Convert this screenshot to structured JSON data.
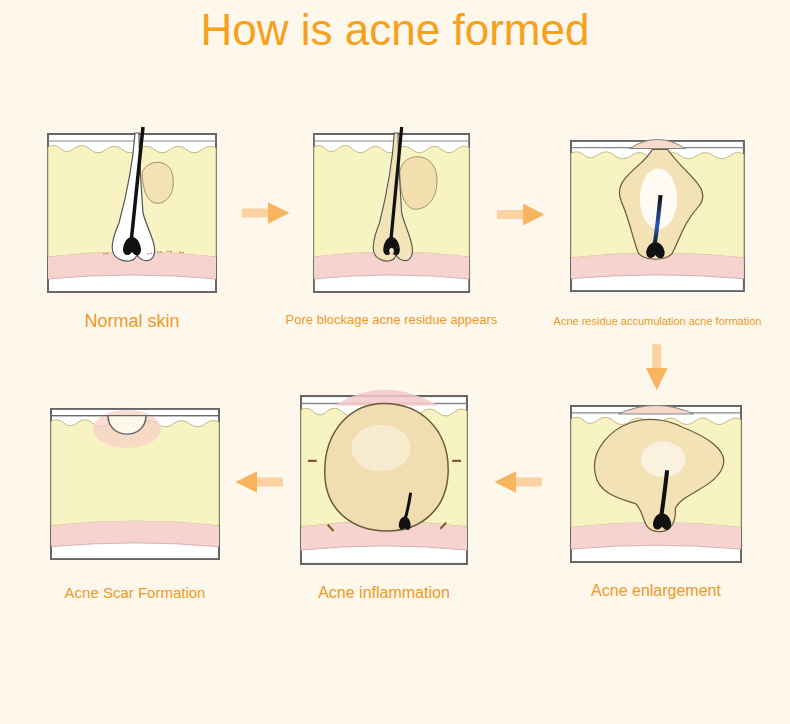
{
  "diagram": {
    "title": "How is acne formed",
    "nodes": [
      {
        "text": [
          "Normal skin"
        ]
      },
      {
        "text": [
          "Pore blockage acne residue appears"
        ]
      },
      {
        "text": [
          "Acne residue accumulation acne formation"
        ]
      },
      {
        "text": [
          "Acne enlargement"
        ]
      },
      {
        "text": [
          "Acne inflammation"
        ]
      },
      {
        "text": [
          "Acne Scar Formation"
        ]
      }
    ],
    "edges": [
      {
        "from": 0,
        "to": 1,
        "arrow": "to"
      },
      {
        "from": 1,
        "to": 2,
        "arrow": "to"
      },
      {
        "from": 2,
        "to": 3,
        "arrow": "to"
      },
      {
        "from": 3,
        "to": 4,
        "arrow": "to"
      },
      {
        "from": 4,
        "to": 5,
        "arrow": "to"
      }
    ]
  }
}
